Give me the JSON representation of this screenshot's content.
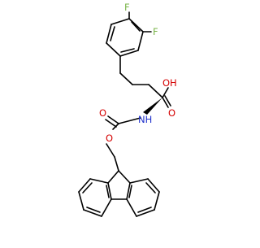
{
  "colors": {
    "background": "#ffffff",
    "bond": "#000000",
    "fluorine": "#7ab54a",
    "oxygen": "#d40000",
    "nitrogen": "#2233cc"
  },
  "atom_labels": {
    "fluorine_top": "F",
    "fluorine_right": "F",
    "acid_hydroxyl": "OH",
    "acid_carbonyl_oxygen": "O",
    "amide_nitrogen": "NH",
    "carbamate_carbonyl_oxygen": "O",
    "carbamate_ether_oxygen": "O"
  }
}
